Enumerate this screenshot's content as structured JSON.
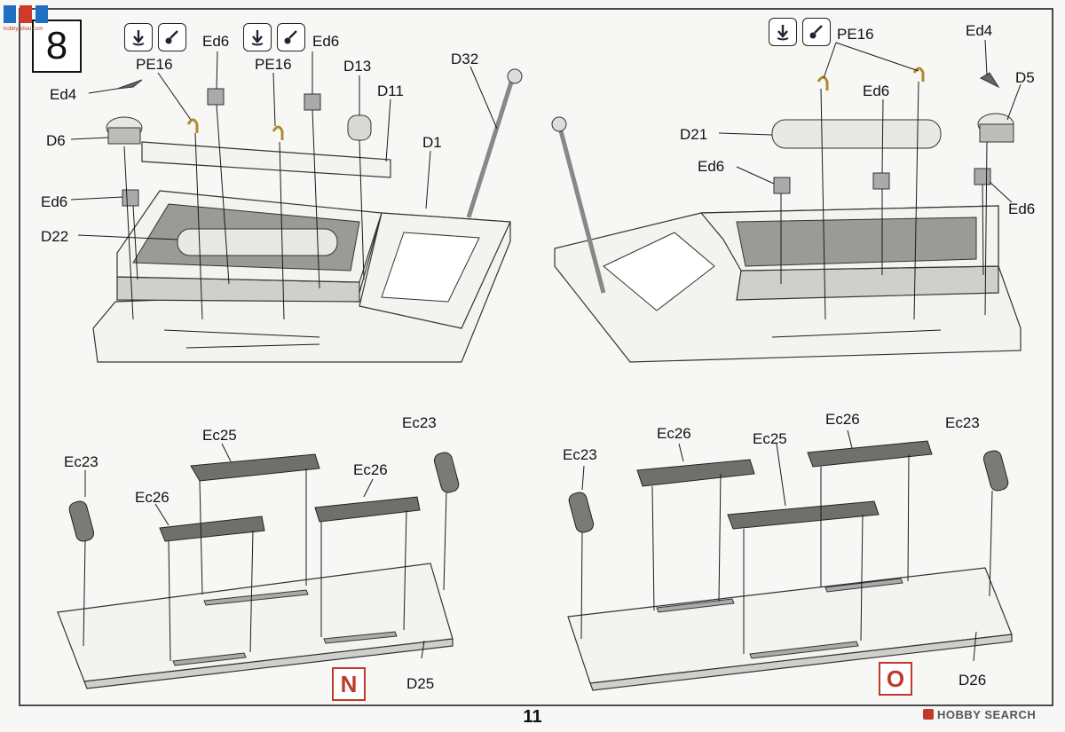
{
  "step": "8",
  "page_number": "11",
  "watermark": {
    "brand": "HOBBY SEARCH",
    "site_text": "hobby-shou.com"
  },
  "variants": {
    "left": "N",
    "right": "O"
  },
  "top_left": {
    "icon_groups": [
      "PE16",
      "PE16"
    ],
    "labels": [
      "Ed4",
      "D6",
      "Ed6",
      "D22",
      "Ed6",
      "PE16",
      "Ed6",
      "PE16",
      "D13",
      "D11",
      "D1",
      "D32"
    ]
  },
  "top_right": {
    "icon_label": "PE16",
    "labels": [
      "Ed4",
      "D5",
      "D21",
      "Ed6",
      "Ed6",
      "Ed6"
    ]
  },
  "bottom_left": {
    "labels": [
      "Ec23",
      "Ec25",
      "Ec26",
      "Ec26",
      "Ec23",
      "D25"
    ]
  },
  "bottom_right": {
    "labels": [
      "Ec23",
      "Ec26",
      "Ec25",
      "Ec26",
      "Ec23",
      "D26"
    ]
  },
  "colors": {
    "accent": "#c0392b",
    "line": "#1a1a1a",
    "plastic": "#cfcfcb",
    "dark_part": "#6f6f6b"
  }
}
